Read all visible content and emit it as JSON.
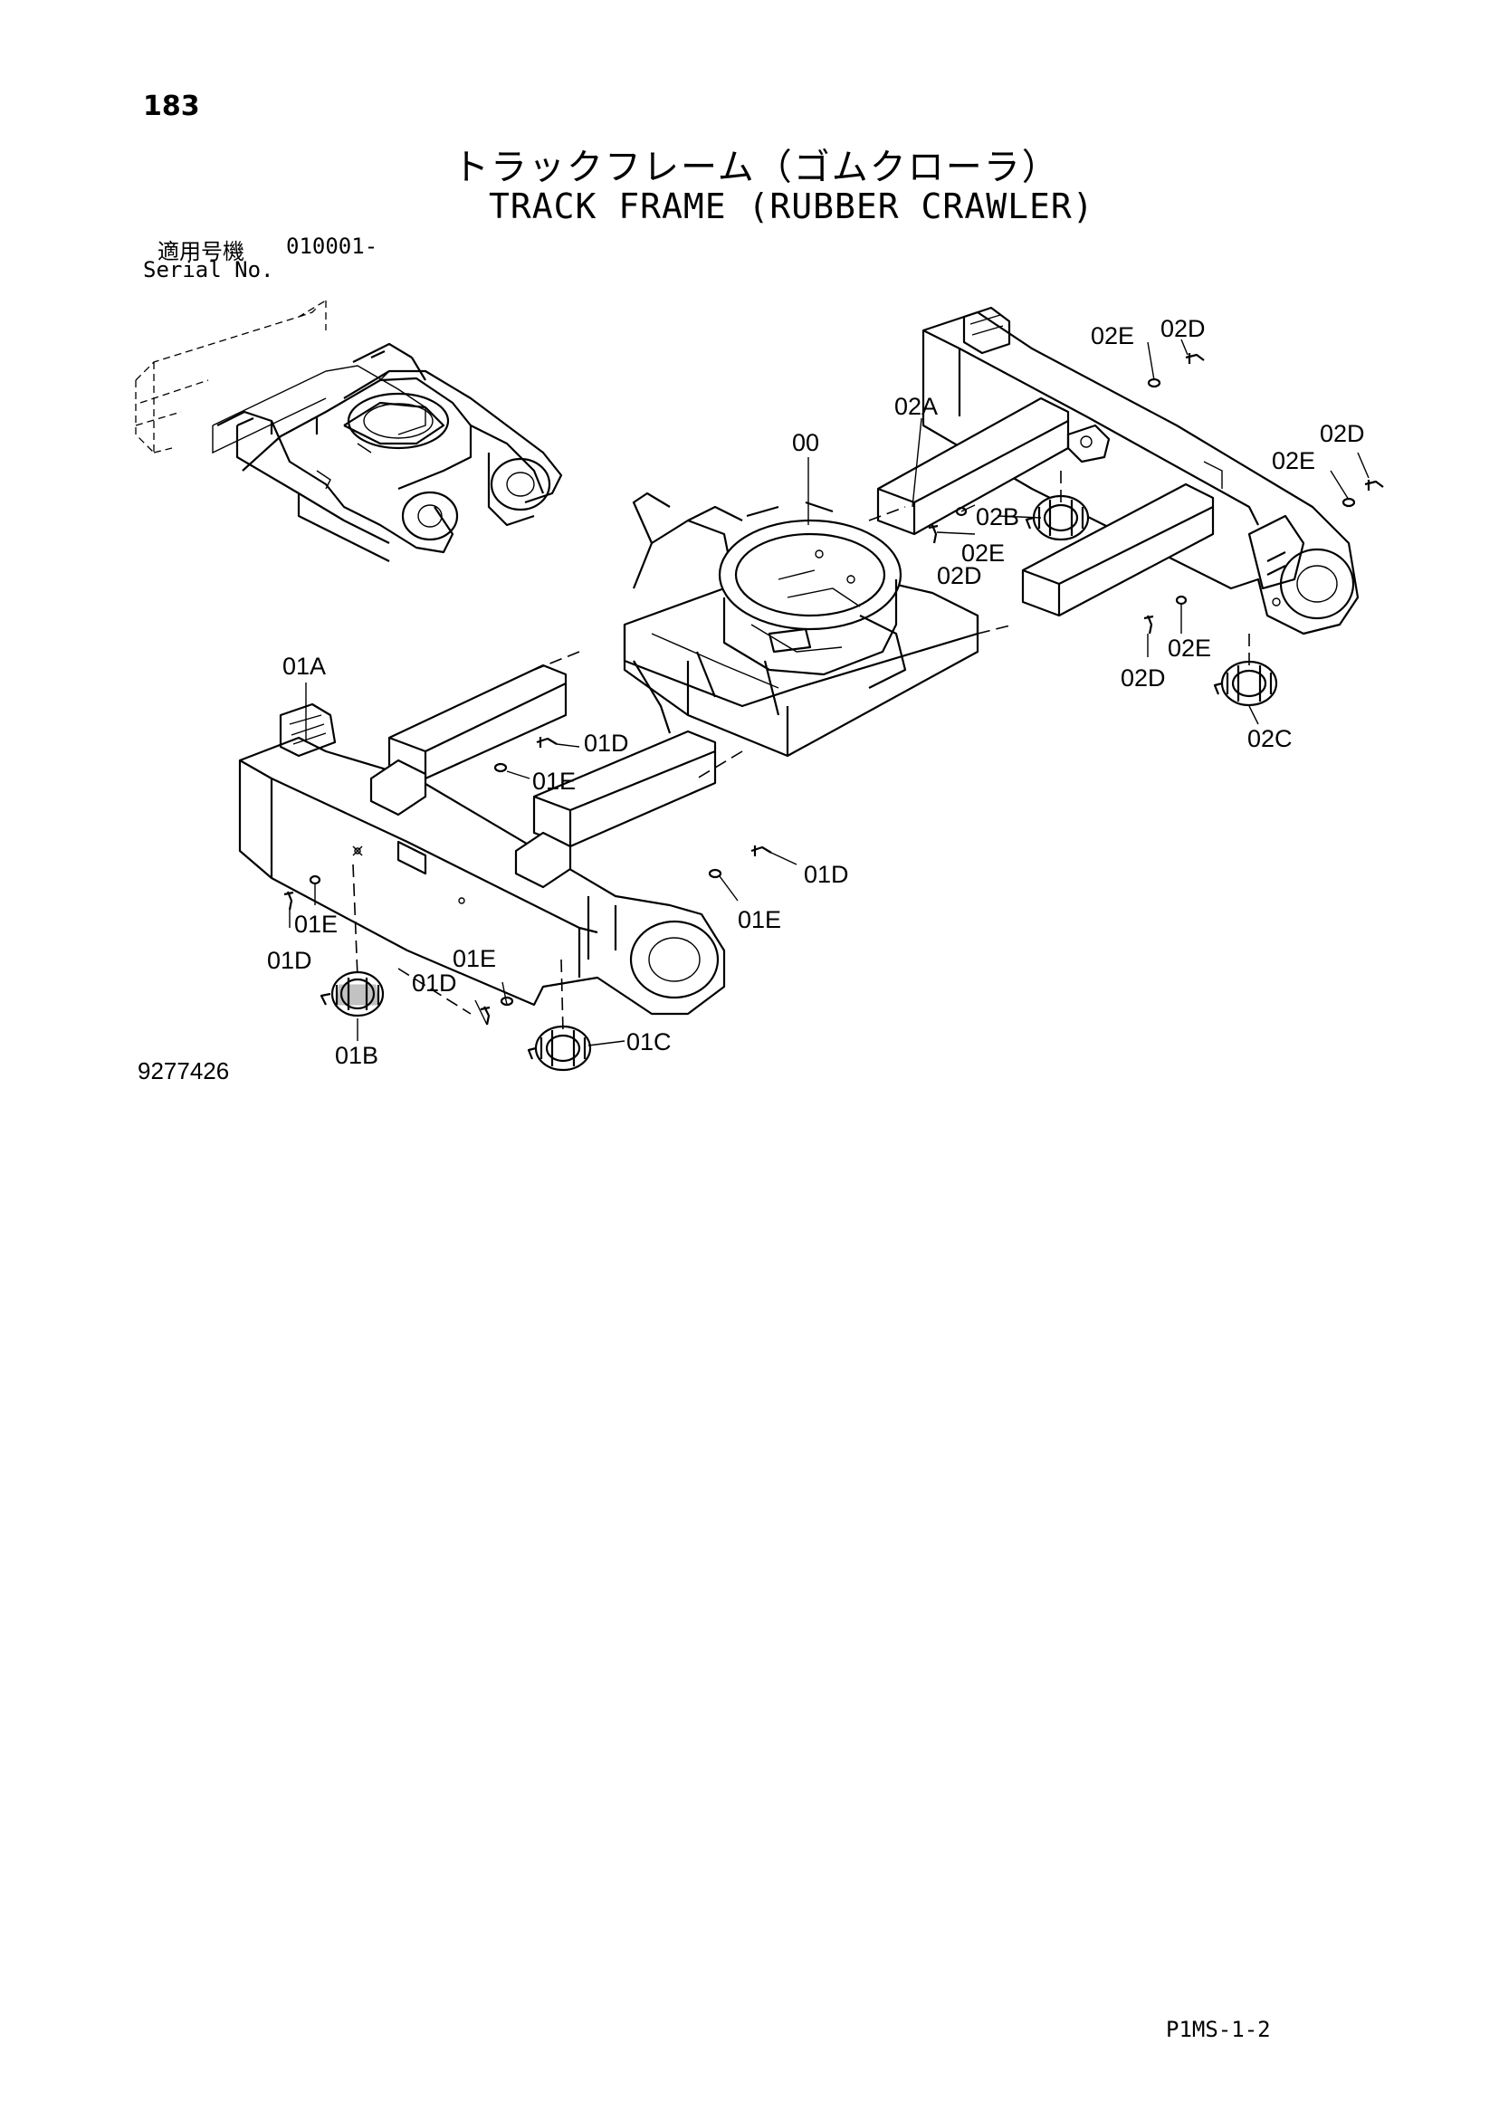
{
  "header": {
    "page_number": "183",
    "title_ja": "トラックフレーム（ゴムクローラ）",
    "title_en": "TRACK FRAME (RUBBER CRAWLER)",
    "serial_label_ja": "適用号機",
    "serial_value": "010001-",
    "serial_label_en": "Serial No."
  },
  "callouts": {
    "c00": "00",
    "c01A": "01A",
    "c01B": "01B",
    "c01C": "01C",
    "c01D_1": "01D",
    "c01D_2": "01D",
    "c01D_3": "01D",
    "c01D_4": "01D",
    "c01E_1": "01E",
    "c01E_2": "01E",
    "c01E_3": "01E",
    "c01E_4": "01E",
    "c02A": "02A",
    "c02B": "02B",
    "c02C": "02C",
    "c02D_1": "02D",
    "c02D_2": "02D",
    "c02D_3": "02D",
    "c02D_4": "02D",
    "c02E_1": "02E",
    "c02E_2": "02E",
    "c02E_3": "02E",
    "c02E_4": "02E"
  },
  "footer": {
    "drawing_number": "9277426",
    "page_code": "P1MS-1-2"
  }
}
